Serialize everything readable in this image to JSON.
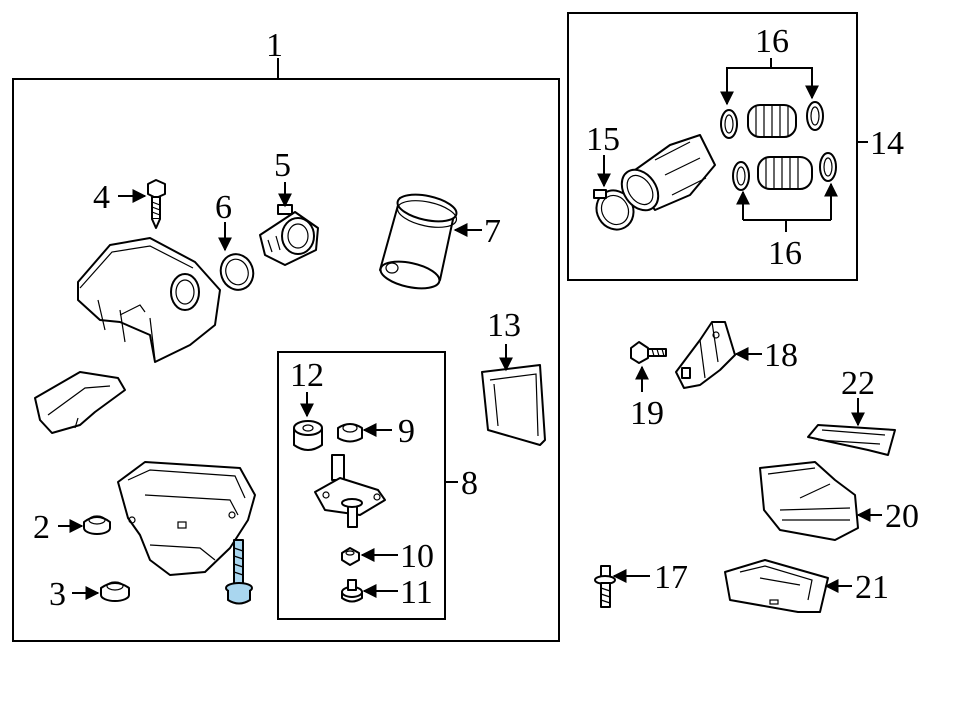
{
  "callouts": {
    "c1": "1",
    "c2": "2",
    "c3": "3",
    "c4": "4",
    "c5": "5",
    "c6": "6",
    "c7": "7",
    "c8": "8",
    "c9": "9",
    "c10": "10",
    "c11": "11",
    "c12": "12",
    "c13": "13",
    "c14": "14",
    "c15": "15",
    "c16a": "16",
    "c16b": "16",
    "c17": "17",
    "c18": "18",
    "c19": "19",
    "c20": "20",
    "c21": "21",
    "c22": "22"
  },
  "colors": {
    "highlight": "#a9d6ef",
    "line": "#000000",
    "background": "#ffffff"
  }
}
